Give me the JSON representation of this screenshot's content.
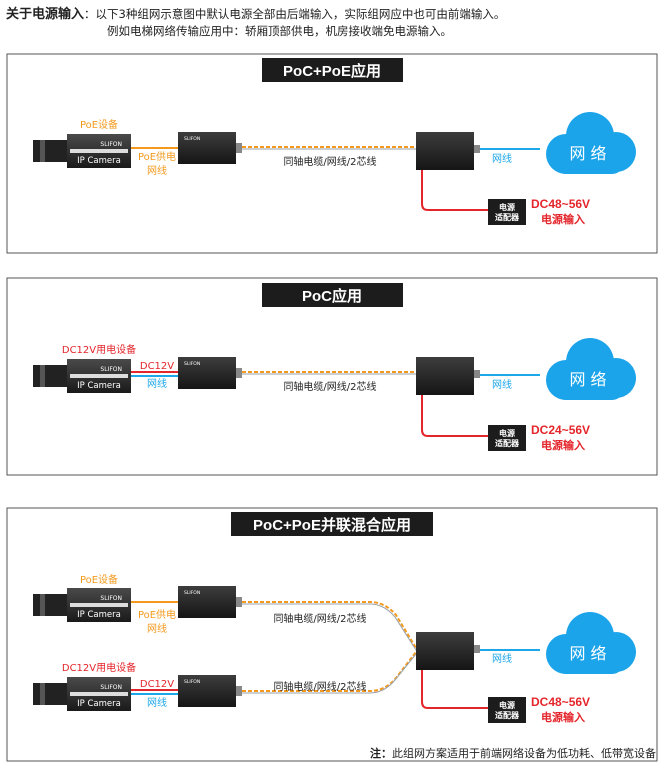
{
  "intro": {
    "heading": "关于电源输入",
    "line1": "：以下3种组网示意图中默认电源全部由后端输入，实际组网应中也可由前端输入。",
    "line2": "例如电梯网络传输应用中：轿厢顶部供电，机房接收端免电源输入。"
  },
  "panels": [
    {
      "title": "PoC+PoE应用",
      "camera": {
        "label": "IP Camera",
        "brand": "SLIFON"
      },
      "cam_power_label": "PoE设备",
      "cam_cable_label": "PoE供电",
      "cam_cable_label2": "网线",
      "coax_label": "同轴电缆/网线/2芯线",
      "net_label": "网线",
      "cloud_label": "网 络",
      "adapter_label1": "电源",
      "adapter_label2": "适配器",
      "dc_range": "DC48~56V",
      "dc_input": "电源输入"
    },
    {
      "title": "PoC应用",
      "camera": {
        "label": "IP Camera",
        "brand": "SLIFON"
      },
      "cam_power_label": "DC12V用电设备",
      "cam_cable_label": "DC12V",
      "cam_cable_label2": "网线",
      "coax_label": "同轴电缆/网线/2芯线",
      "net_label": "网线",
      "cloud_label": "网 络",
      "adapter_label1": "电源",
      "adapter_label2": "适配器",
      "dc_range": "DC24~56V",
      "dc_input": "电源输入"
    },
    {
      "title": "PoC+PoE并联混合应用",
      "camera_a": {
        "label": "IP Camera",
        "brand": "SLIFON"
      },
      "camera_b": {
        "label": "IP Camera",
        "brand": "SLIFON"
      },
      "cam_a_power_label": "PoE设备",
      "cam_a_cable_label": "PoE供电",
      "cam_a_cable_label2": "网线",
      "cam_b_power_label": "DC12V用电设备",
      "cam_b_cable_label": "DC12V",
      "cam_b_cable_label2": "网线",
      "coax_label_a": "同轴电缆/网线/2芯线",
      "coax_label_b": "同轴电缆/网线/2芯线",
      "net_label": "网线",
      "cloud_label": "网 络",
      "adapter_label1": "电源",
      "adapter_label2": "适配器",
      "dc_range": "DC48~56V",
      "dc_input": "电源输入"
    }
  ],
  "device": {
    "brand": "SLIFON"
  },
  "note": {
    "prefix": "注：",
    "text": "此组网方案适用于前端网络设备为低功耗、低带宽设备"
  },
  "colors": {
    "title_bg": "#1c1c1c",
    "orange": "#f39a1e",
    "red": "#e4252b",
    "blue": "#1ea7e8",
    "cloud": "#1ba4ea",
    "frame": "#555555"
  }
}
